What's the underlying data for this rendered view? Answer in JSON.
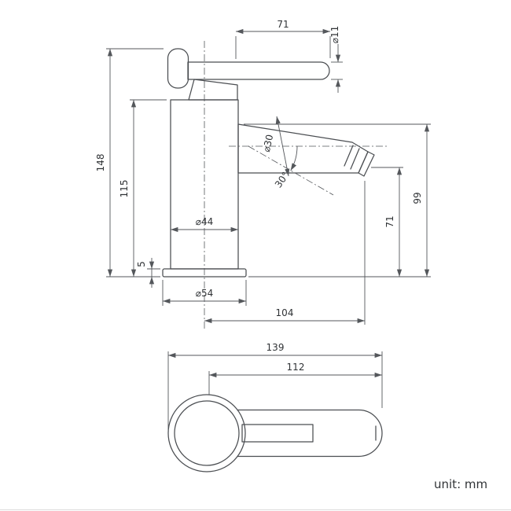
{
  "colors": {
    "line": "#4b4e52",
    "dim": "#54575b",
    "text": "#303336",
    "bg": "#ffffff",
    "border": "#dcdcdc"
  },
  "drawing": {
    "front": {
      "handle_length": "71",
      "handle_dia": "⌀11",
      "total_height": "148",
      "upper_height": "115",
      "spout_dia": "⌀30",
      "spout_angle": "30°",
      "body_dia": "⌀44",
      "base_height": "5",
      "base_dia": "⌀54",
      "outlet_height": "71",
      "spout_top_height": "99",
      "spout_reach": "104"
    },
    "top": {
      "total_length": "139",
      "center_to_tip": "112"
    },
    "unit_label": "unit: mm"
  }
}
